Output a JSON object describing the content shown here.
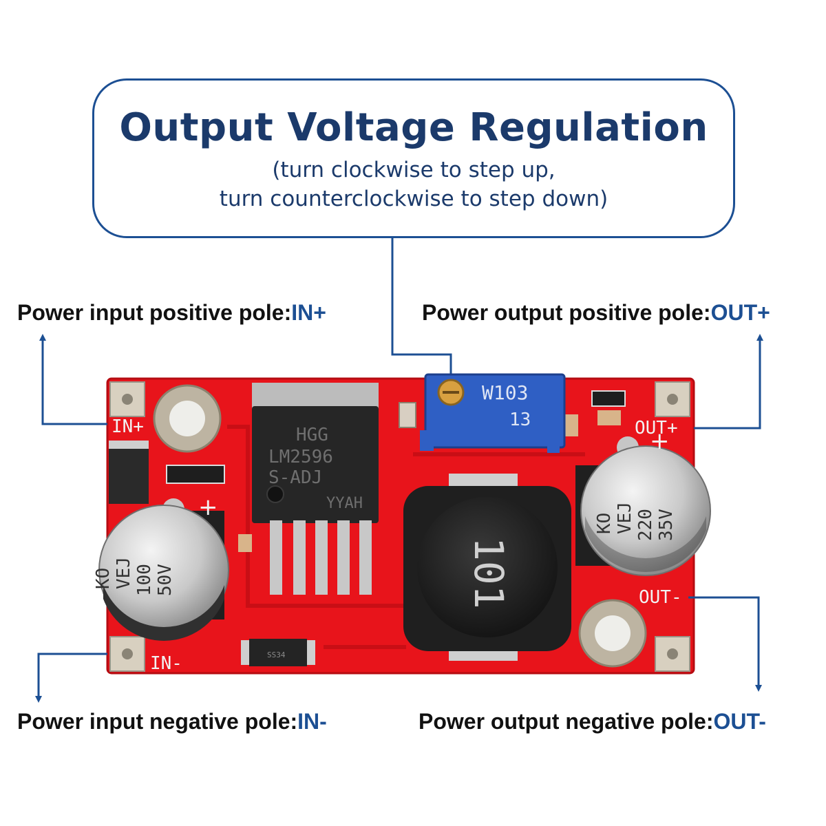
{
  "callout": {
    "title": "Output Voltage Regulation",
    "line1": "(turn clockwise to step up,",
    "line2": "turn counterclockwise to step down)"
  },
  "labels": {
    "in_pos": {
      "text": "Power input positive pole:",
      "pin": "IN+"
    },
    "out_pos": {
      "text": "Power output positive pole:",
      "pin": "OUT+"
    },
    "in_neg": {
      "text": "Power input negative pole:",
      "pin": "IN-"
    },
    "out_neg": {
      "text": "Power output negative pole:",
      "pin": "OUT-"
    }
  },
  "board": {
    "silk_in_pos": "IN+",
    "silk_in_neg": "IN-",
    "silk_out_pos": "OUT+",
    "silk_out_neg": "OUT-",
    "potentiometer_code": "W103",
    "potentiometer_sub": "13",
    "ic_brand": "HGG",
    "ic_model": "LM2596",
    "ic_variant": "S-ADJ",
    "ic_lot": "YYAH",
    "inductor_code": "101",
    "cap_in": {
      "brand": "KO",
      "series": "VEJ",
      "value": "100",
      "voltage": "50V"
    },
    "cap_out": {
      "brand": "KO",
      "series": "VEJ",
      "value": "220",
      "voltage": "35V"
    },
    "diode_code": "SS34",
    "colors": {
      "pcb": "#e8141b",
      "arrow": "#1c4f93",
      "text_blue": "#1b3a6b"
    }
  }
}
